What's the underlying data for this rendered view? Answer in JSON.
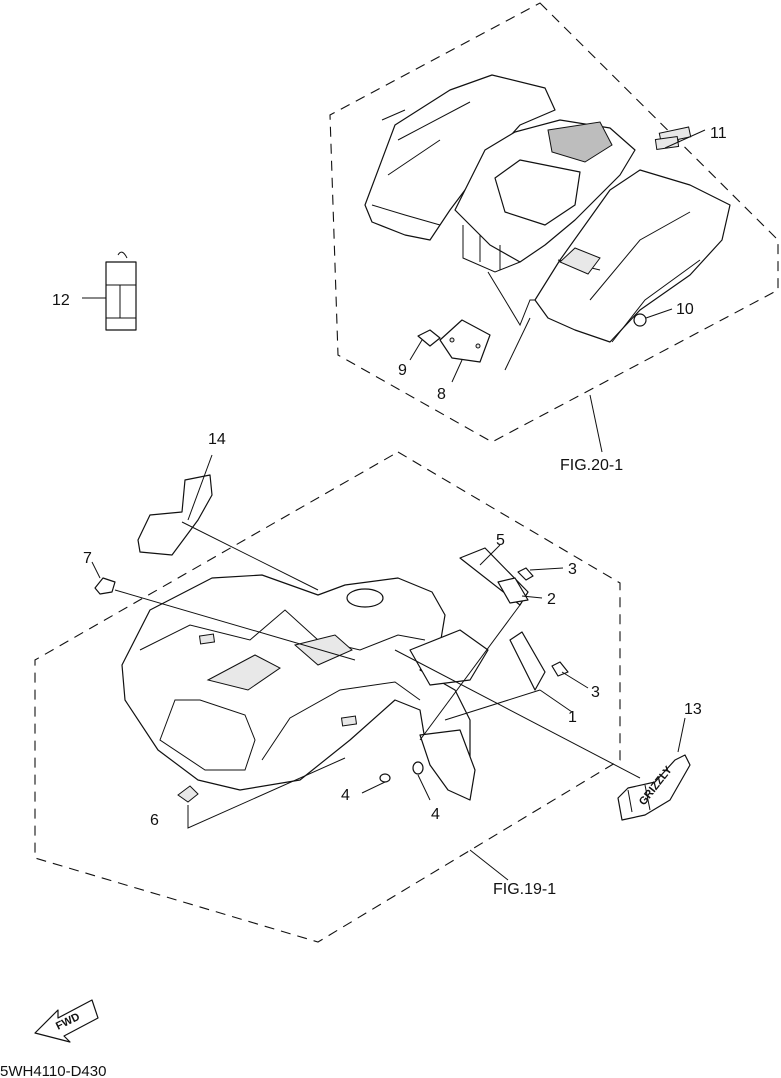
{
  "callouts": {
    "c1": "1",
    "c2": "2",
    "c3a": "3",
    "c3b": "3",
    "c4a": "4",
    "c4b": "4",
    "c5": "5",
    "c6": "6",
    "c7": "7",
    "c8": "8",
    "c9": "9",
    "c10": "10",
    "c11": "11",
    "c12": "12",
    "c13": "13",
    "c14": "14"
  },
  "fig_refs": {
    "rear": "FIG.20-1",
    "front": "FIG.19-1"
  },
  "diagram_code": "5WH4110-D430",
  "fwd_label": "FWD",
  "decal_text": "GRIZZLY"
}
